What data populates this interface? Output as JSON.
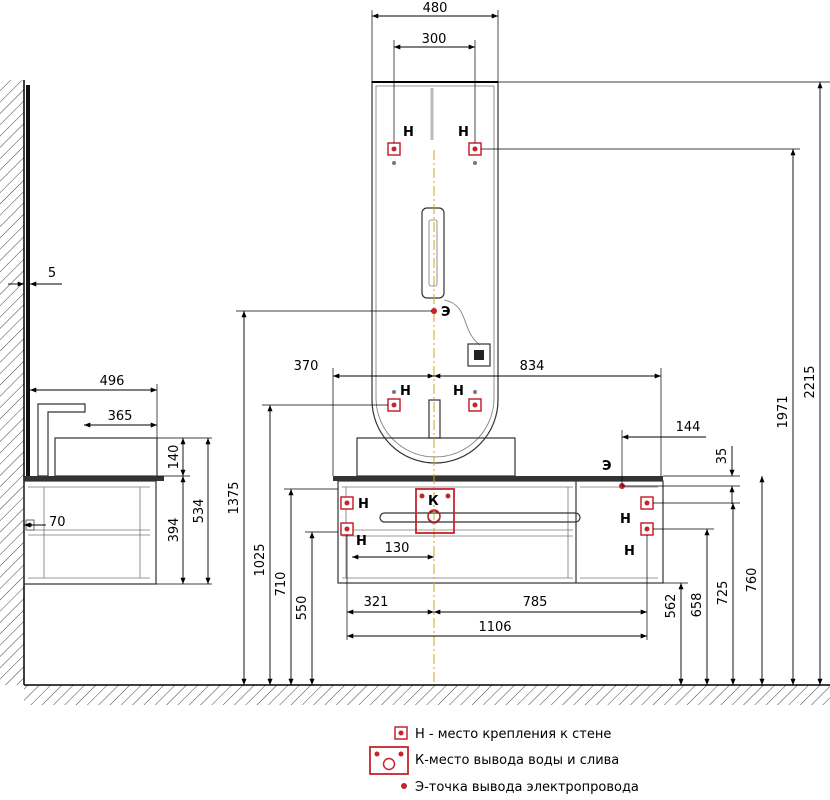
{
  "dimensions": {
    "mirror_width": "480",
    "mirror_mount_spacing": "300",
    "wall_gap": "5",
    "side_depth": "496",
    "basin_depth": "365",
    "basin_height": "140",
    "side_total_height": "534",
    "cabinet_height": "394",
    "side_offset": "70",
    "electric_height": "1375",
    "left_to_center": "370",
    "right_to_center": "834",
    "electric_offset_right": "144",
    "countertop_thickness": "35",
    "overall_height": "2215",
    "mirror_mount_height": "1971",
    "lower_mount_height": "1025",
    "cabinet_top_height": "710",
    "cabinet_bottom_height": "550",
    "drain_width": "130",
    "left_offset": "321",
    "right_offset": "785",
    "cabinet_width": "1106",
    "cabinet_bottom_right": "562",
    "mount_low_right": "658",
    "mount_high_right": "725",
    "countertop_height": "760"
  },
  "labels": {
    "mount": "Н",
    "water": "К",
    "electric": "Э"
  },
  "legend": {
    "mount": "Н - место крепления к стене",
    "water": "К-место вывода воды и слива",
    "electric": "Э-точка вывода электропровода"
  },
  "colors": {
    "marker": "#c8232c",
    "axis": "#d4a017",
    "line": "#000000"
  }
}
